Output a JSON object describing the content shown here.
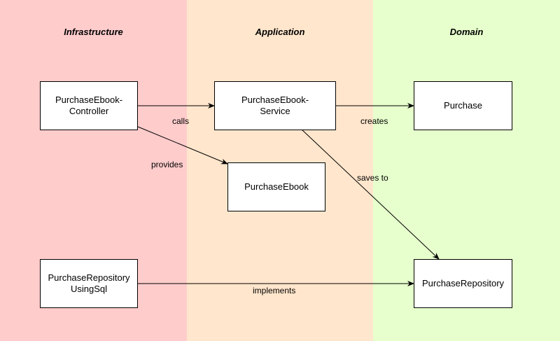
{
  "lanes": {
    "infrastructure": "Infrastructure",
    "application": "Application",
    "domain": "Domain"
  },
  "nodes": {
    "controller": {
      "line1": "PurchaseEbook-",
      "line2": "Controller"
    },
    "service": {
      "line1": "PurchaseEbook-",
      "line2": "Service"
    },
    "purchase": {
      "label": "Purchase"
    },
    "ebook": {
      "label": "PurchaseEbook"
    },
    "repo_sql": {
      "line1": "PurchaseRepository",
      "line2": "UsingSql"
    },
    "repository": {
      "label": "PurchaseRepository"
    }
  },
  "edges": {
    "calls": "calls",
    "creates": "creates",
    "provides": "provides",
    "saves_to": "saves to",
    "implements": "implements"
  }
}
